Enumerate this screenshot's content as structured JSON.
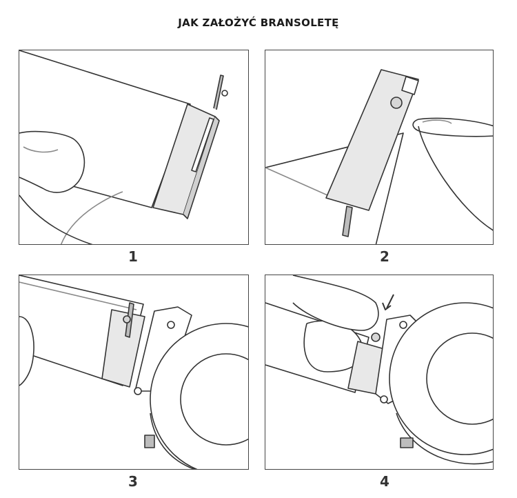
{
  "title": "JAK ZAŁOŻYĆ BRANSOLETĘ",
  "steps": [
    {
      "number": "1"
    },
    {
      "number": "2"
    },
    {
      "number": "3"
    },
    {
      "number": "4"
    }
  ],
  "colors": {
    "outline": "#444444",
    "panel_background": "#ffffff",
    "metal_fill": "#e8e8e8",
    "pin_fill": "#bdbdbd"
  }
}
